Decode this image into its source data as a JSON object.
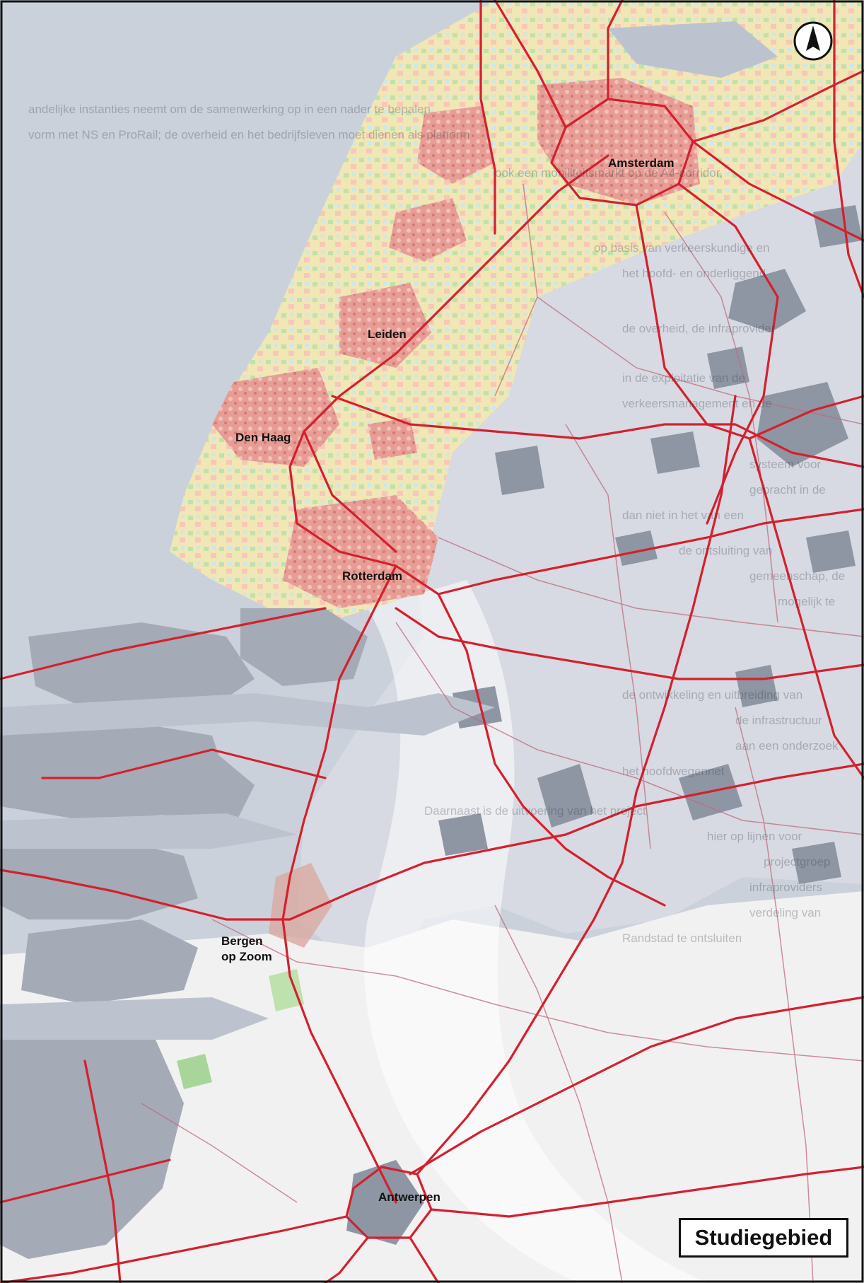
{
  "map": {
    "legend_label": "Studiegebied",
    "north_arrow_icon": "north-arrow-icon",
    "cities": [
      {
        "name": "Amsterdam"
      },
      {
        "name": "Leiden"
      },
      {
        "name": "Den Haag"
      },
      {
        "name": "Rotterdam"
      },
      {
        "name": "Bergen\nop Zoom",
        "line1": "Bergen",
        "line2": "op Zoom"
      },
      {
        "name": "Antwerpen"
      }
    ],
    "background_text_fragments": [
      "andelijke instanties neemt om de samenwerking op in een nader te bepalen",
      "vorm met NS en ProRail; de overheid en het bedrijfsleven moet dienen als platform",
      "ook een mobiliteitsmarkt op de A4-corridor,",
      "op basis van verkeerskundige en",
      "het hoofd- en onderliggend",
      "de overheid, de infraprovider",
      "in de exploitatie van de",
      "verkeersmanagement en de",
      "systeem voor",
      "gebracht in de",
      "dan niet in het van een",
      "de ontsluiting van",
      "gemeenschap, de",
      "mogelijk te",
      "de ontwikkeling en uitbreiding van",
      "de infrastructuur",
      "aan een onderzoek",
      "het hoofdwegennet",
      "Daarnaast is de uitvoering van het project",
      "hier op lijnen voor",
      "projectgroep",
      "infraproviders",
      "verdeling van",
      "Randstad te ontsluiten"
    ],
    "colors": {
      "sea": "#cbd1da",
      "estuary": "#bcc3cf",
      "land_belgium": "#f1f1f1",
      "land_north": "#d7dae2",
      "polder": "#e8d9a8",
      "green": "#a8d69a",
      "urban": "#e79d95",
      "islands": "#a4aab6",
      "lakes": "#8e96a4",
      "roads": "#d4202e",
      "secondary_roads": "#c06a7c",
      "river_light": "#e9ecf2"
    }
  }
}
